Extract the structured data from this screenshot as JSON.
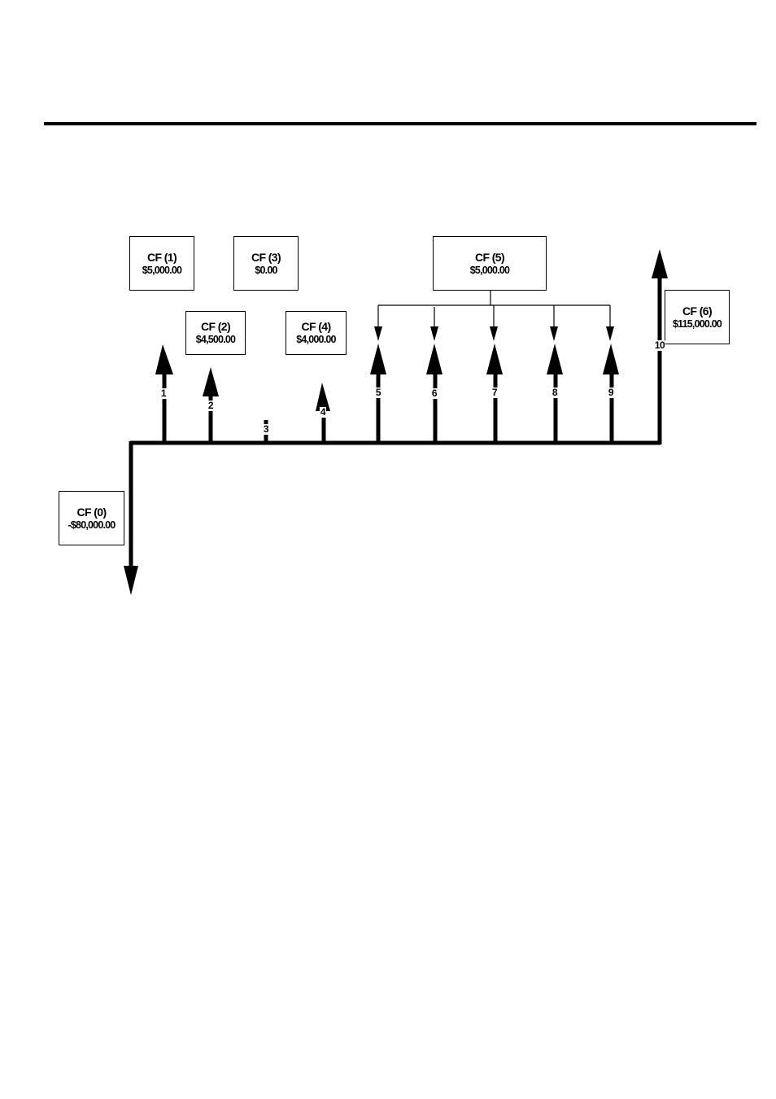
{
  "cash_flows": [
    {
      "label": "CF (0)",
      "amount": "-$80,000.00"
    },
    {
      "label": "CF (1)",
      "amount": "$5,000.00"
    },
    {
      "label": "CF (2)",
      "amount": "$4,500.00"
    },
    {
      "label": "CF (3)",
      "amount": "$0.00"
    },
    {
      "label": "CF (4)",
      "amount": "$4,000.00"
    },
    {
      "label": "CF (5)",
      "amount": "$5,000.00"
    },
    {
      "label": "CF (6)",
      "amount": "$115,000.00"
    }
  ],
  "periods": [
    "1",
    "2",
    "3",
    "4",
    "5",
    "6",
    "7",
    "8",
    "9",
    "10"
  ],
  "colors": {
    "ink": "#000000",
    "background": "#ffffff"
  }
}
